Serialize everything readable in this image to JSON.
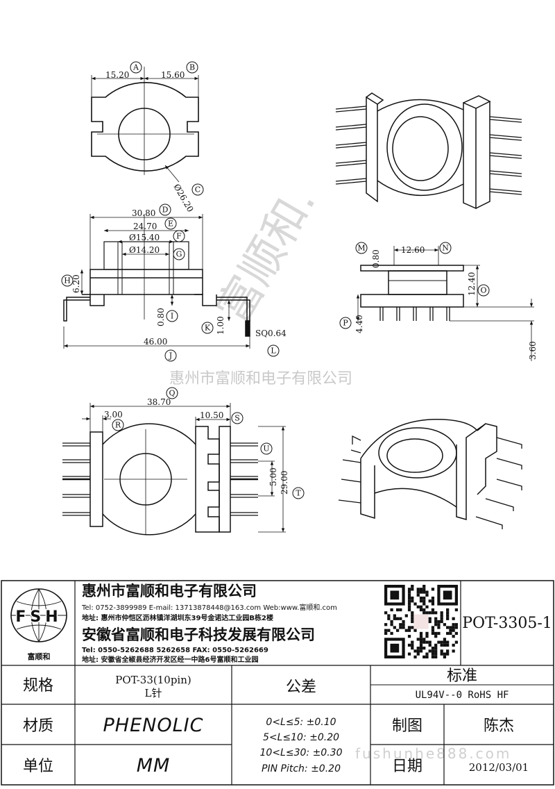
{
  "drawing": {
    "top_view": {
      "dim_a": "15.20",
      "label_a": "A",
      "dim_b": "15.60",
      "label_b": "B",
      "dim_c": "Ø26.20",
      "label_c": "C"
    },
    "front_view": {
      "dim_d": "30.80",
      "label_d": "D",
      "dim_e": "24.70",
      "label_e": "E",
      "dim_f": "Ø15.40",
      "label_f": "F",
      "dim_g": "Ø14.20",
      "label_g": "G",
      "dim_h": "6.20",
      "label_h": "H",
      "dim_i": "0.80",
      "label_i": "I",
      "dim_j": "46.00",
      "label_j": "J",
      "dim_k": "1.00",
      "label_k": "K",
      "dim_l": "SQ0.64",
      "label_l": "L"
    },
    "side_view": {
      "dim_m": "0.80",
      "label_m": "M",
      "dim_n": "12.60",
      "label_n": "N",
      "dim_o": "12.40",
      "label_o": "O",
      "dim_p": "4.40",
      "label_p": "P",
      "dim_36": "3.60"
    },
    "bottom_view": {
      "dim_q": "38.70",
      "label_q": "Q",
      "dim_r": "3.00",
      "label_r": "R",
      "dim_s": "10.50",
      "label_s": "S",
      "dim_u": "5.00",
      "label_u": "U",
      "dim_t": "29.00",
      "label_t": "T"
    },
    "watermark_company": "惠州市富顺和电子有限公司",
    "watermark_brand": "富顺和.",
    "watermark_url": "fushunhe888.com"
  },
  "title_block": {
    "logo_text": "FSH",
    "logo_caption": "富顺和",
    "company1": "惠州市富顺和电子有限公司",
    "company1_contact": "Tel: 0752-3899989  E-mail: 13713878448@163.com  Web:www.富顺和.com",
    "company1_address": "地址: 惠州市仲恺区沥林镇洋湖圳东39号金诺达工业园B栋2楼",
    "company2": "安徽省富顺和电子科技发展有限公司",
    "company2_contact": "Tel: 0550-5262688  5262658     FAX: 0550-5262669",
    "company2_address": "地址: 安徽省全椒县经济开发区经一中路6号富顺和工业园",
    "part_number": "POT-3305-1",
    "spec_label": "规格",
    "spec_value_1": "POT-33(10pin)",
    "spec_value_2": "L针",
    "material_label": "材质",
    "material_value": "PHENOLIC",
    "unit_label": "单位",
    "unit_value": "MM",
    "tolerance_label": "公差",
    "tolerance_lines": [
      "0<L≤5: ±0.10",
      "5<L≤10: ±0.20",
      "10<L≤30: ±0.30",
      "PIN Pitch: ±0.20"
    ],
    "standard_label": "标准",
    "standard_value": "UL94V--0  RoHS HF",
    "drawn_label": "制图",
    "drawn_value": "陈杰",
    "date_label": "日期",
    "date_value": "2012/03/01"
  }
}
